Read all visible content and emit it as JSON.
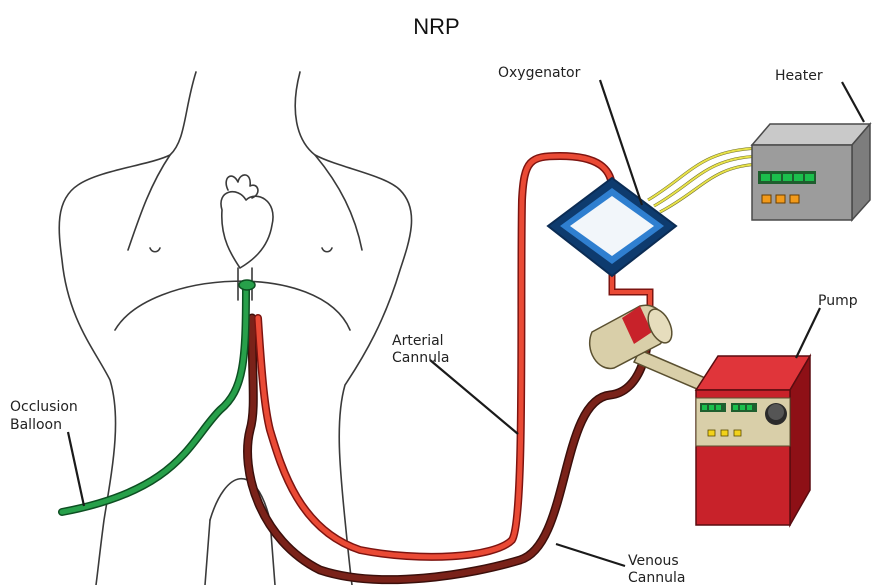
{
  "title": "NRP",
  "labels": {
    "oxygenator": "Oxygenator",
    "heater": "Heater",
    "pump": "Pump",
    "arterial_line1": "Arterial",
    "arterial_line2": "Cannula",
    "venous_line1": "Venous",
    "venous_line2": "Cannula",
    "occlusion_line1": "Occlusion",
    "occlusion_line2": "Balloon"
  },
  "colors": {
    "arterial": "#e03a2a",
    "venous": "#6e1d17",
    "occlusion": "#1f8a3f",
    "heater_tube": "#e8e24a",
    "oxygenator_frame": "#1c5fa8",
    "pump_body": "#c8222a",
    "pump_panel": "#d9cfa9",
    "heater_body": "#8a8a8a",
    "display_green": "#1bbf4c",
    "button_orange": "#f29a1a"
  },
  "icons": [
    "human-torso",
    "heart",
    "oxygenator",
    "heater-unit",
    "pump-unit",
    "pump-head"
  ]
}
